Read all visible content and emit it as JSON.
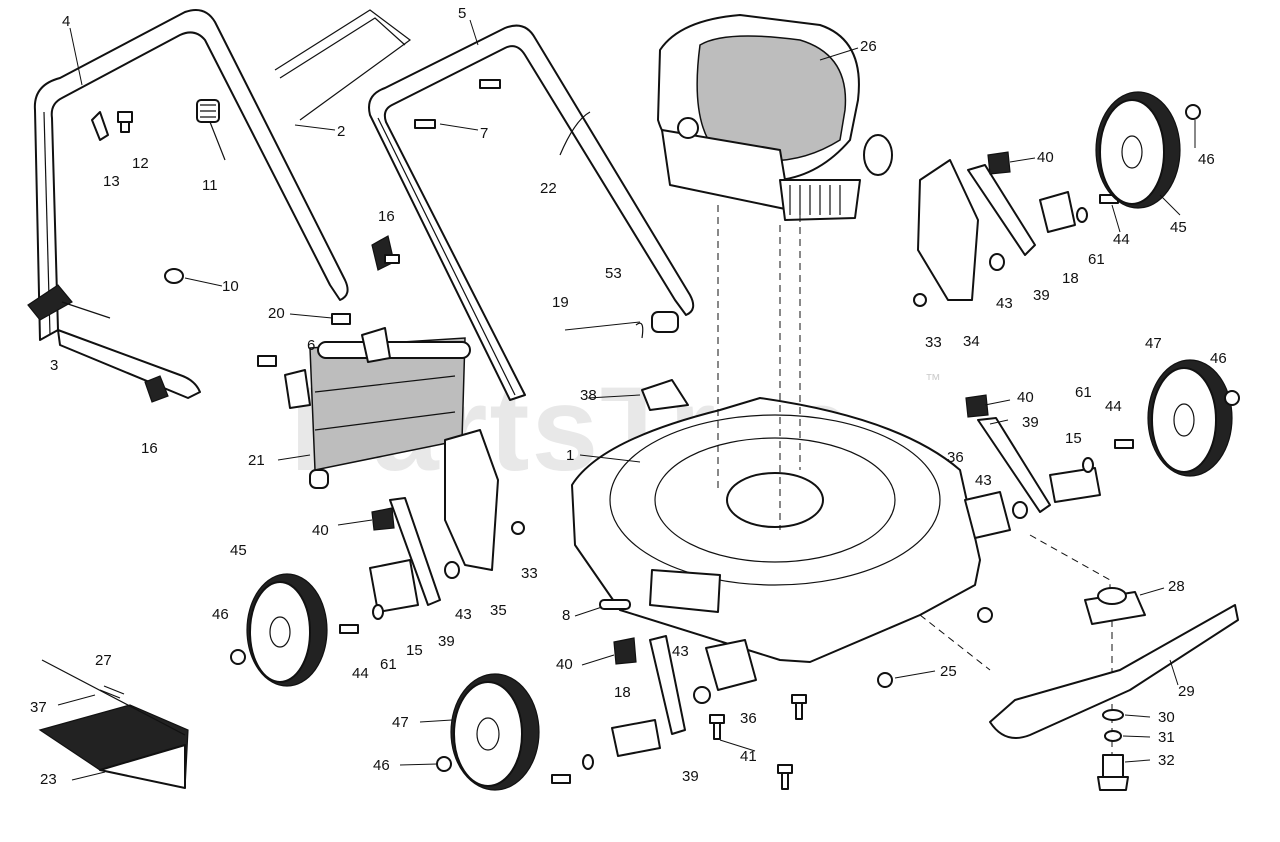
{
  "watermark": {
    "text": "PartsTree",
    "mark": "™"
  },
  "callouts": [
    "1",
    "2",
    "3",
    "4",
    "5",
    "6",
    "7",
    "8",
    "10",
    "11",
    "12",
    "13",
    "15",
    "15",
    "16",
    "16",
    "18",
    "18",
    "19",
    "20",
    "21",
    "22",
    "23",
    "25",
    "26",
    "27",
    "28",
    "29",
    "30",
    "31",
    "32",
    "33",
    "33",
    "34",
    "35",
    "36",
    "36",
    "37",
    "38",
    "39",
    "39",
    "39",
    "39",
    "40",
    "40",
    "40",
    "40",
    "41",
    "43",
    "43",
    "43",
    "43",
    "44",
    "44",
    "44",
    "45",
    "45",
    "46",
    "46",
    "46",
    "46",
    "47",
    "47",
    "53",
    "61",
    "61",
    "61"
  ]
}
